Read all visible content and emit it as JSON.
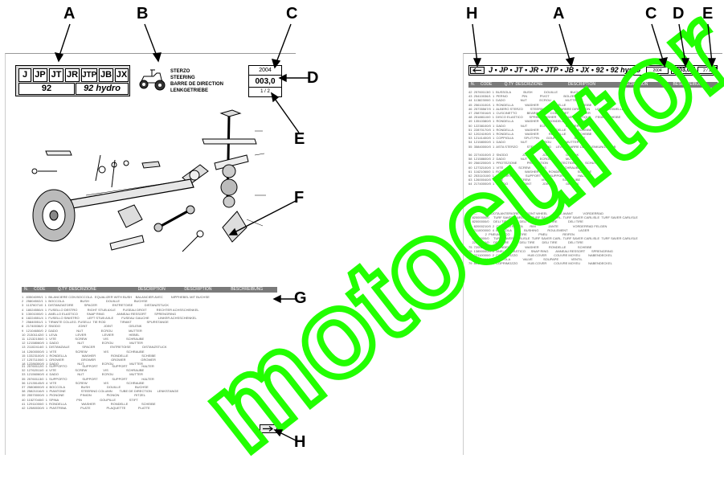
{
  "callouts": {
    "left": [
      "A",
      "B",
      "C",
      "D",
      "E",
      "F",
      "G",
      "H"
    ],
    "right": [
      "H",
      "A",
      "C",
      "D",
      "E"
    ]
  },
  "left_page": {
    "models": [
      "J",
      "JP",
      "JT",
      "JR",
      "JTP",
      "JB",
      "JX"
    ],
    "model_num": "92",
    "model_hydro": "92 hydro",
    "group_titles": [
      "STERZO",
      "STEERING",
      "BARRE DE DIRECTION",
      "LENKGETRIEBE"
    ],
    "year": "2004",
    "group_code": "003,0",
    "page_no": "1 / 2",
    "table_headers": [
      "N.",
      "CODE",
      "Q.TY",
      "DESCRIZIONE",
      "DESCRIPTION",
      "DESCRIPTION",
      "BESCHREIBUNG"
    ],
    "rows_block1": "1   83504099/1  1  BILANCIERE CON BOCCOLA   EQUALIZER WITH BUSH    BALANCIER AVEC         NIPPHEBEL MIT BUCHSE\n2   25804502/1  1  BOCCOLA                  BUSH                   DOUILLE                BUCHSE\n3   11376071/0  1  DISTANZIATORE            SPACER                 ENTRETOISE             DISTANZSTUCK\n4   18024550/4  1  FUSELLO DESTRO           RIGHT STUB AXLE        FUSEAU DROIT           RECHTER ACHSSCHENKEL\n5   13001000/0  1  ANELLO ELASTICO          SNAP RING              ANNEAU RESSORT         SPRENGRING\n6   18224551/4  1  FUSELLO SINISTRO         LEFT STUB AXLE         FUSEAU GAUCHE          LINKER ACHSSCHENKEL\n7   25840051/1  1  TIRANTE COLLEG. FUSELLI  TIE ROD                TIRANT                 SPURSTANGE\n8   21740036/0  2  SNODO                    JOINT                  JOINT                  GELENK\n9   12104650/0  2  DADO                     NUT                    ECROU                  MUTTER\n10  21301142/0  1  LEVA                     LEVER                  LEVIER                 HEBEL\n11  12132150/0  1  VITE                     SCREW                  VIS                    SCHRAUBE\n12  12158060/0  1  DADO                     NUT                    ECROU                  MUTTER\n13  21102414/0  1  DISTANZIALE              SPACER                 ENTRETOISE             DISTANZSTUCK\n14  12600000/0  1  VITE                     SCREW                  VIS                    SCHRAUBE\n15  13323100/0  1  RONDELLA                 WASHER                 RONDELLE               SCHEIBE\n17  12571100/0  1  GROWER                   GROWER                 GROWER                 GROWER\n18  12286300/0  1  DADO                     NUT                    ECROU                  MUTTER",
    "rows_block2": "31  25760112/0  1  SUPPORTO                 SUPPORT                SUPPORT                HALTER\n32  12762011/0  4  VITE                     SCREW                  VIS                    SCHRAUBE\n33  12156060/0  4  DADO                     NUT                    ECROU                  MUTTER\n35  25760113/0  1  SUPPORTO                 SUPPORT                SUPPORT                HALTER\n36  12135145/0  4  VITE                     SCREW                  VIS                    SCHRAUBE\n37  25808000/0  4  BOCCOLA                  BUSH                   DOUILLE                BUCHSE\n38  25821016/0  1  PIANTONE                 STEERING COLUMN        TUBE DE DIRECTION      LENKSTANGE\n39  25570000/0  1  PIGNONE                  PINION                 PIGNON                 RITZEL\n40  11527040/0  1  SPINA                    PIN                    GOUPILLE               STIFT\n41  12911000/0  1  RONDELLA                 WASHER                 RONDELLE               SCHEIBE\n42  12580030/0  1  PIASTRINA                PLATE                  PLAQUETTE              PLATTE"
  },
  "right_page": {
    "header_models": "J • JP • JT • JR • JTP • JB • JX • 92 • 92 hydro",
    "year": "2004",
    "group_code": "003,0",
    "page_no": "2 / 2",
    "table_headers": [
      "N.",
      "CODE",
      "Q.TY",
      "DESCRIZIONE",
      "DESCRIPTION",
      "DESCRIPTION",
      "BESCHREIBUNG"
    ],
    "rows_block1": "42  25760113/0  1  BUSSOLA              BUSH             DOUILLE              BUCHSE\n43  25410036/1  1  PERNO                PIN              PIVOT                BOLZEN\n44  11382300/0  1  DADO                 NUT              ECROU                MUTTER\n45  25610100/1  1  RONDELLA             WASHER           RONDELLE             SCHEIBE\n46  25735567/0  1  ALBERO STERZO        STEERING SHAFT   ARBRE DIRECTION      LENKUNGSWELLE\n47  25870016/0  1  CUSCINETTO           BEARING          COUSSINET            LAGER\n48  25188110/0  1  DISCO ELASTICO       SPRING WASHER    DISQUE ELASTIQUE     FEDERSCHEIBE\n49  13510380/0  1  RONDELLA             WASHER           RONDELLE             SCHEIBE\n50  12238100/0  1  DADO                 NUT              ECROU                MUTTER\n51  22870170/0  1  RONDELLA             WASHER           RONDELLE             SCHEIBE\n52  12024190/0  1  RONDELLA             WASHER           RONDELLE             SCHEIBE\n53  12141400/0  1  COPPIGLIA            SPLIT PIN        GOUPILLE             SPLINT\n54  12158000/0  1  DADO                 NUT              ECROU                MUTTER\n55  35840000/0  1  ASTA STERZO          STEERING ROD     LEVIER BARRE DE      LENKUNGSSTAB\n\n56  22740100/0  2  SNODO                JOINT            JOINT                GELENK\n58  12158600/0  2  DADO                 NUT              ECROU                MUTTER\n59  25602000/0  1  PROTEZIONE           PROTECTION       PROTECTION           SCHUTZ\n60  12732100/0  1  VITE                 SCREW            VIS                  SCHRAUBE\n61  11621060/0  1  RONDELLA             WASHER           RONDELLE             SCHEIBE\n62  25311010/0  1  SUPPORTO             SUPPORT          SUPPORT              HALTER\n63  12600040/0  1  VITE                 SCREW            VIS                  SCHRAUBE\n64  21740000/0  1  SNODO                JOINT            JOINT                GELENK",
    "rows_block2": "71  ---         2  RUOTA ANTERIORE      FRONT WHEEL      ROUE AVANT           VORDERRAD\n    82000000/0     TURF SAVER CARLISLE  TURF SAVER CARL. TURF SAVER CARLISLE  TURF SAVER CARLISLE\n    82000000/0     DELI TIRE            DELI TIRE        DELI TIRE            DELI TIRE\n72  82000210/0  2  CERCHIO RUOTA        RIM              JANTE                VORDERRAD FELGEN\n73  21100000/0  4  BOCCOLA              BUSHING          ROULEMENT            LAGER\n74  ---         2  PNEUMATICO           TIRE             PNEU                 REIFEN\n    22000000/0     TURF SAVER CARLISLE  TURF SAVER CARL. TURF SAVER CARLISLE  TURF SAVER CARLISLE\n    22000000/0     DELI TIRE            DELI TIRE        DELI TIRE            DELI TIRE\n75  72000000/0  2  RONDELLA             WASHER           RONDELLE             SCHEIBE\n76  13850000/0  2  ANELLO ELASTICO      SNAP RING        ANNEAU RESSORT       SPRENGRING\n77  22110000/0  2  COPRIMOZZO           HUB COVER        COUVRE MOYEU         NABENDECKEL\n78  25800000/0  2  VALVOLA              VALVE            SOUPAPE              VENTIL\n79  80110000/0  2  COPRIMOZZO           HUB COVER        COUVRE MOYEU         NABENDECKEL"
  }
}
